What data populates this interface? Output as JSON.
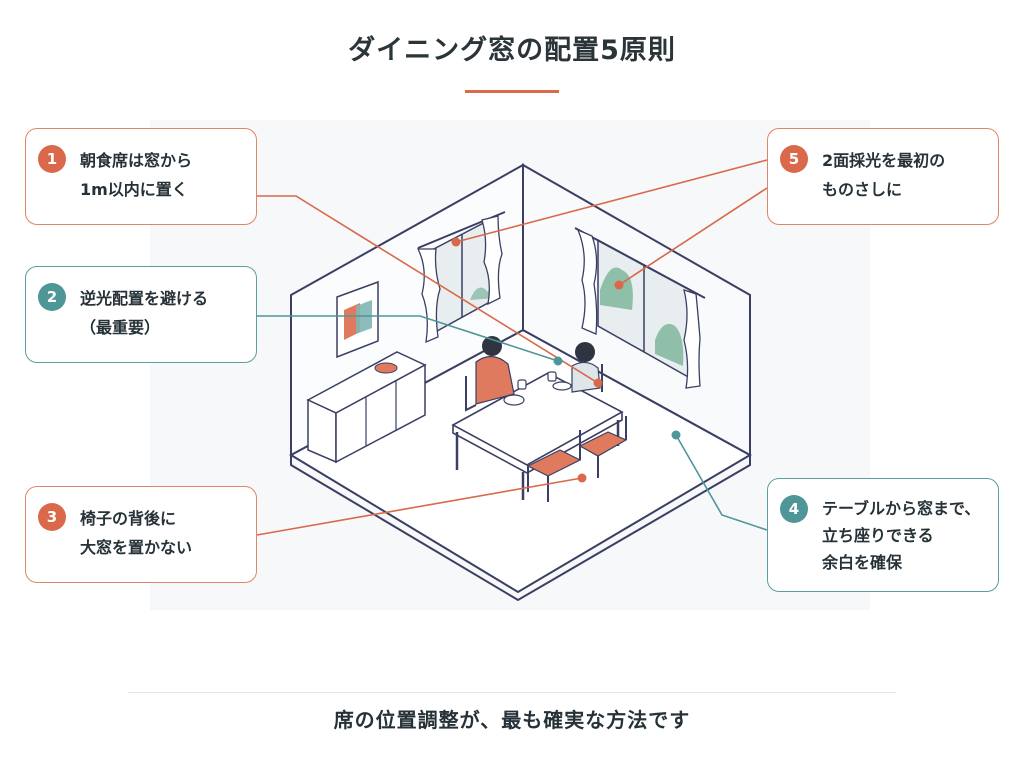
{
  "title": "ダイニング窓の配置5原則",
  "cards": [
    {
      "num": "1",
      "lines": [
        "朝食席は窓から",
        "1m以内に置く"
      ],
      "color": "#d9694a"
    },
    {
      "num": "2",
      "lines": [
        "逆光配置を避ける",
        "（最重要）"
      ],
      "color": "#4e9698"
    },
    {
      "num": "3",
      "lines": [
        "椅子の背後に",
        "大窓を置かない"
      ],
      "color": "#d9694a"
    },
    {
      "num": "4",
      "lines": [
        "テーブルから窓まで、",
        "立ち座りできる",
        "余白を確保"
      ],
      "color": "#4e9698"
    },
    {
      "num": "5",
      "lines": [
        "2面採光を最初の",
        "ものさしに"
      ],
      "color": "#d9694a"
    }
  ],
  "footer": "席の位置調整が、最も確実な方法です",
  "colors": {
    "accent_orange": "#d9694a",
    "accent_teal": "#4e9698",
    "line": "#3a3f63"
  }
}
